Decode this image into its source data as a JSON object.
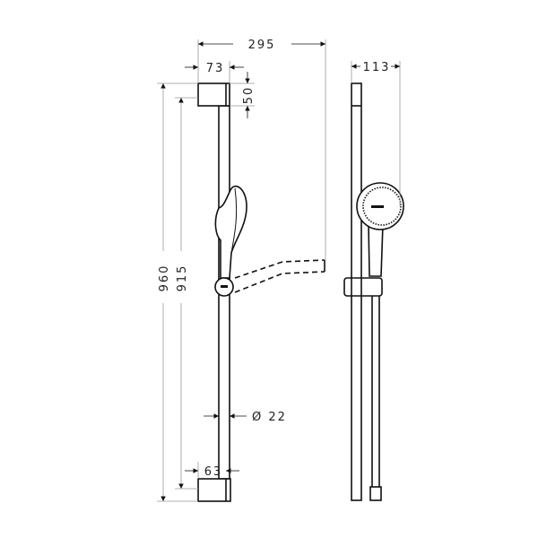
{
  "dimensions": {
    "overall_depth": "295",
    "bracket_top_width": "73",
    "bracket_height": "50",
    "overall_height": "960",
    "mounting_distance": "915",
    "rail_diameter": "Ø 22",
    "bracket_bottom_width": "63",
    "side_depth": "113"
  }
}
